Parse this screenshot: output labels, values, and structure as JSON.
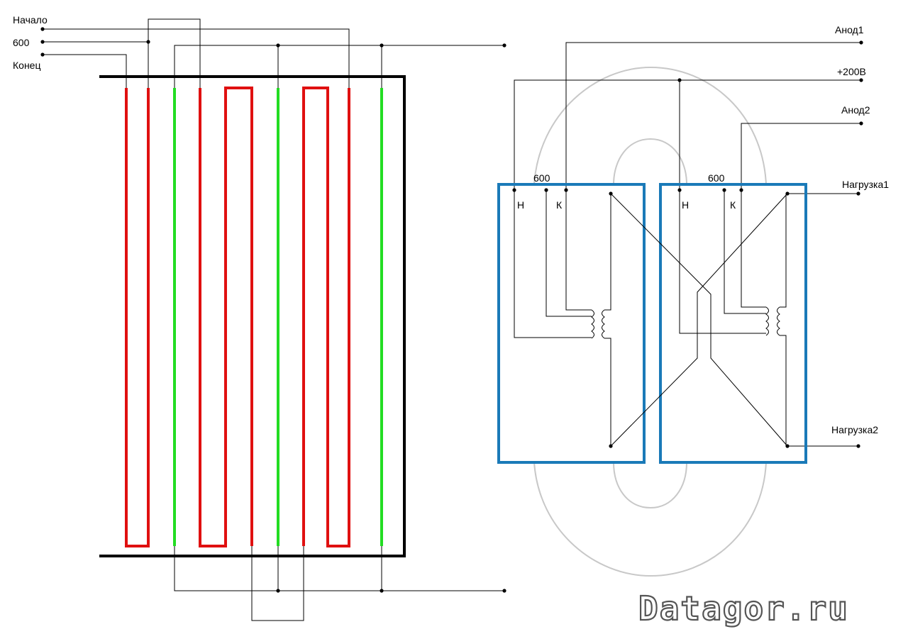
{
  "left_winding": {
    "terminals": {
      "start": "Начало",
      "tap": "600",
      "end": "Конец"
    }
  },
  "right_transformer": {
    "terminals": {
      "anode1": "Анод1",
      "plus200v": "+200В",
      "anode2": "Анод2",
      "load1": "Нагрузка1",
      "load2": "Нагрузка2"
    },
    "left_coil": {
      "tap_label": "600",
      "n_label": "Н",
      "k_label": "К"
    },
    "right_coil": {
      "tap_label": "600",
      "n_label": "Н",
      "k_label": "К"
    }
  },
  "colors": {
    "winding_red": "#e01010",
    "winding_green": "#22dd22",
    "core_blue": "#1a7ab8",
    "toroid_grey": "#c8c8c8"
  },
  "watermark": "Datagor.ru"
}
